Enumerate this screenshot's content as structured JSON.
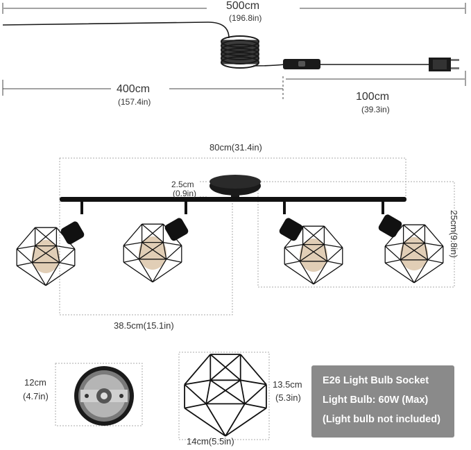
{
  "cord": {
    "total": "500cm",
    "total_in": "(196.8in)",
    "left": "400cm",
    "left_in": "(157.4in)",
    "right": "100cm",
    "right_in": "(39.3in)"
  },
  "fixture": {
    "width": "80cm",
    "width_in": "(31.4in)",
    "base": "2.5cm",
    "base_in": "(0.9in)",
    "height": "25cm",
    "height_in": "(9.8in)",
    "span": "38.5cm",
    "span_in": "(15.1in)"
  },
  "plate": {
    "size": "12cm",
    "size_in": "(4.7in)"
  },
  "cage": {
    "height": "13.5cm",
    "height_in": "(5.3in)",
    "width": "14cm",
    "width_in": "(5.5in)"
  },
  "specs": {
    "socket": "E26 Light Bulb Socket",
    "bulb": "Light Bulb: 60W (Max)",
    "note": "(Light bulb not included)"
  },
  "colors": {
    "fixture": "#1a1a1a",
    "dimension_line": "#444444",
    "dashed_box": "#aaaaaa",
    "spec_panel": "#8a8a8a"
  }
}
